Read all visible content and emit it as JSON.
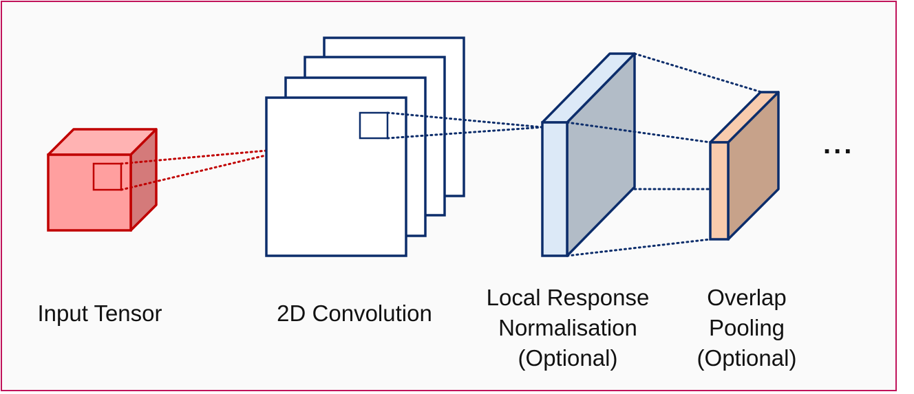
{
  "labels": {
    "input_tensor": "Input Tensor",
    "convolution": "2D Convolution",
    "lrn": [
      "Local Response",
      "Normalisation",
      "(Optional)"
    ],
    "pooling": [
      "Overlap",
      "Pooling",
      "(Optional)"
    ]
  },
  "continuation": "...",
  "colors": {
    "frame_border": "#c0135a",
    "input_stroke": "#c00000",
    "input_front": "#ff9f9f",
    "input_top": "#ffb3b3",
    "input_side": "#d47a7a",
    "navy": "#0c2d6b",
    "lrn_front": "#dce9f7",
    "lrn_side": "#b2bcc7",
    "pool_front": "#f8cbad",
    "pool_side": "#c7a28a"
  }
}
